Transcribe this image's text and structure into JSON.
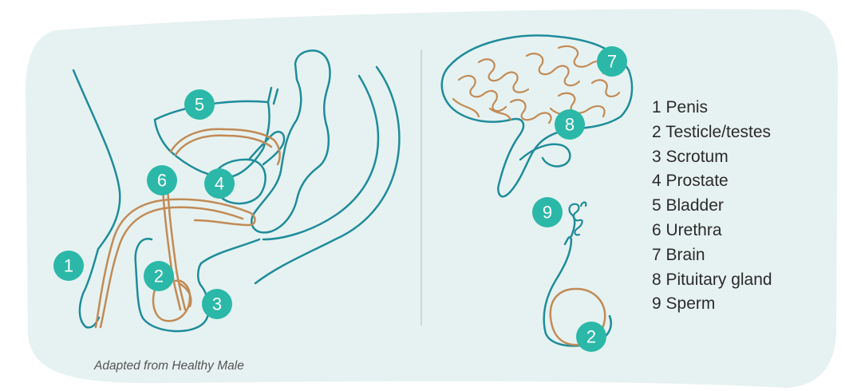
{
  "colors": {
    "background_panel": "#e6f2f1",
    "outline": "#1e8c9b",
    "reproductive_tract": "#c28a55",
    "badge": "#2bb8a8",
    "divider": "#c9d8d8"
  },
  "badges": {
    "b1": "1",
    "b2": "2",
    "b3": "3",
    "b4": "4",
    "b5": "5",
    "b6": "6",
    "b7": "7",
    "b8": "8",
    "b9": "9",
    "b2b": "2"
  },
  "legend": [
    "1 Penis",
    "2 Testicle/testes",
    "3 Scrotum",
    "4 Prostate",
    "5 Bladder",
    "6 Urethra",
    "7 Brain",
    "8 Pituitary gland",
    "9 Sperm"
  ],
  "caption": "Adapted from Healthy Male"
}
